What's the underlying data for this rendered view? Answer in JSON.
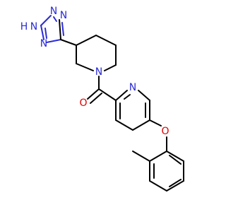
{
  "colors": {
    "bond": "#000000",
    "nitrogen": "#2b2bd9",
    "oxygen": "#e00000",
    "background": "#ffffff"
  },
  "atoms": {
    "tetrazole_n1": "N",
    "tetrazole_n2": "N",
    "tetrazole_n2_h": "H",
    "tetrazole_n3": "N",
    "tetrazole_n4": "N",
    "piperidine_n": "N",
    "carbonyl_o": "O",
    "pyridine_n": "N",
    "ether_o": "O"
  }
}
